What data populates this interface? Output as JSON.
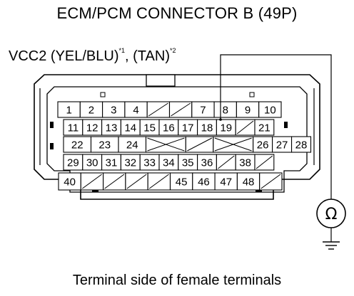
{
  "title": "ECM/PCM CONNECTOR B (49P)",
  "wire_label": {
    "text1": "VCC2 (YEL/BLU)",
    "note1": "*1",
    "sep": ", ",
    "text2": "(TAN)",
    "note2": "*2"
  },
  "caption": "Terminal side of female terminals",
  "meter": {
    "symbol": "Ω",
    "icon": "ohmmeter-icon"
  },
  "probe_terminal": "19",
  "connector": {
    "rows": [
      [
        "1",
        "2",
        "3",
        "4",
        "/",
        "/",
        "7",
        "8",
        "9",
        "10"
      ],
      [
        "11",
        "12",
        "13",
        "14",
        "15",
        "16",
        "17",
        "18",
        "19",
        "/",
        "21"
      ],
      [
        "22",
        "23",
        "24",
        "X",
        "/",
        "X",
        "26",
        "27",
        "28"
      ],
      [
        "29",
        "30",
        "31",
        "32",
        "33",
        "34",
        "35",
        "36",
        "/",
        "38",
        "/"
      ],
      [
        "40",
        "/",
        "/",
        "/",
        "/",
        "45",
        "46",
        "47",
        "48",
        "/"
      ]
    ]
  }
}
